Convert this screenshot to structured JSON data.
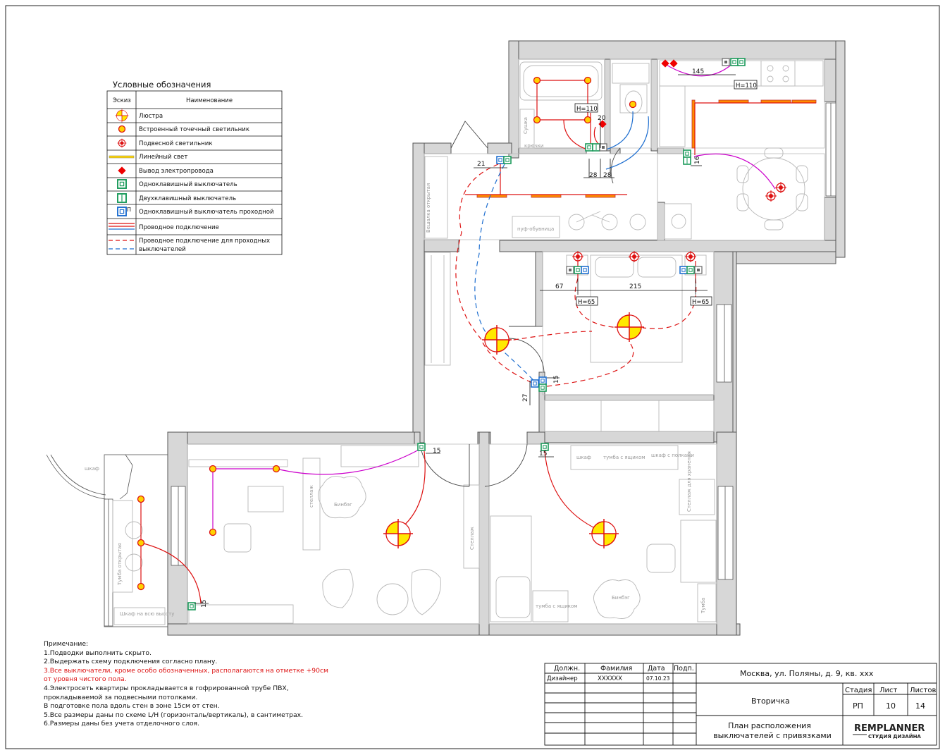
{
  "legend": {
    "title": "Условные обозначения",
    "col_sketch": "Эскиз",
    "col_name": "Наименование",
    "items": [
      {
        "icon": "chandelier-icon",
        "label": "Люстра"
      },
      {
        "icon": "spotlight-icon",
        "label": "Встроенный точечный светильник"
      },
      {
        "icon": "pendant-light-icon",
        "label": "Подвесной светильник"
      },
      {
        "icon": "linear-light-icon",
        "label": "Линейный свет"
      },
      {
        "icon": "wire-outlet-icon",
        "label": "Вывод электропровода"
      },
      {
        "icon": "single-switch-icon",
        "label": "Одноклавишный выключатель"
      },
      {
        "icon": "double-switch-icon",
        "label": "Двухклавишный выключатель"
      },
      {
        "icon": "pass-switch-icon",
        "label": "Одноклавишный выключатель проходной",
        "mark": "П"
      },
      {
        "icon": "wire-icon",
        "label": "Проводное подключение"
      },
      {
        "icon": "dashed-wire-icon",
        "label": "Проводное подключение для проходных",
        "label2": "выключателей"
      }
    ]
  },
  "dims": {
    "d21": "21",
    "d20": "20",
    "d28a": "28",
    "d28b": "28",
    "d16": "16",
    "d145": "145",
    "d67": "67",
    "d215": "215",
    "d15a": "15",
    "d27": "27",
    "d15b": "15",
    "d15c": "15",
    "d15d": "15"
  },
  "heights": {
    "h110a": "H=110",
    "h110b": "H=110",
    "h65a": "H=65",
    "h65b": "H=65"
  },
  "furniture": {
    "wardrobe_open": "Вешалка открытая",
    "pouf": "пуф-обувница",
    "hooks": "крючки",
    "dryer": "Сушка",
    "closet1": "шкаф",
    "pedestal1": "тумба с ящиком",
    "closet_shelves": "шкаф с полками",
    "closet_nook": "шкаф",
    "closet_balcony": "Шкаф на всю высоту",
    "shelf_balcony": "Тумба открытая",
    "shelves_lr": "стеллаж",
    "pedestal2": "тумба с ящиком",
    "bookcase": "Стеллаж",
    "toys": "Бинбэг",
    "toys2": "Бинбэг",
    "shelf_right": "Стеллаж для хранения",
    "desk_right": "Тумба"
  },
  "notes": {
    "title": "Примечание:",
    "lines": [
      "1.Подводки выполнить скрыто.",
      "2.Выдержать схему подключения согласно плану.",
      "3.Все выключатели, кроме особо обозначенных, располагаются на отметке +90см",
      "от уровня чистого пола.",
      "4.Электросеть квартиры прокладывается в гофрированной трубе ПВХ,",
      "прокладываемой за подвесными потолками.",
      "В подготовке пола вдоль стен в зоне 15см от стен.",
      "5.Все размеры даны по схеме L/H (горизонталь/вертикаль), в сантиметрах.",
      "6.Размеры даны без учета отделочного слоя."
    ]
  },
  "stamp": {
    "col_pos": "Должн.",
    "col_name": "Фамилия",
    "col_date": "Дата",
    "col_sign": "Подп.",
    "role": "Дизайнер",
    "surname": "XXXXXX",
    "date": "07.10.23",
    "address": "Москва, ул. Поляны, д. 9, кв. xxx",
    "object": "Вторичка",
    "stage_label": "Стадия",
    "sheet_label": "Лист",
    "sheets_label": "Листов",
    "stage": "РП",
    "sheet": "10",
    "sheets": "14",
    "title_line1": "План расположения",
    "title_line2": "выключателей с привязками",
    "logo_main": "REMPLANNER",
    "logo_sub": "СТУДИЯ ДИЗАЙНА"
  },
  "colors": {
    "wire": "#d11",
    "pass_wire": "#2255cc",
    "linear": "#ff8c00",
    "pendant_wire": "#c0c"
  }
}
